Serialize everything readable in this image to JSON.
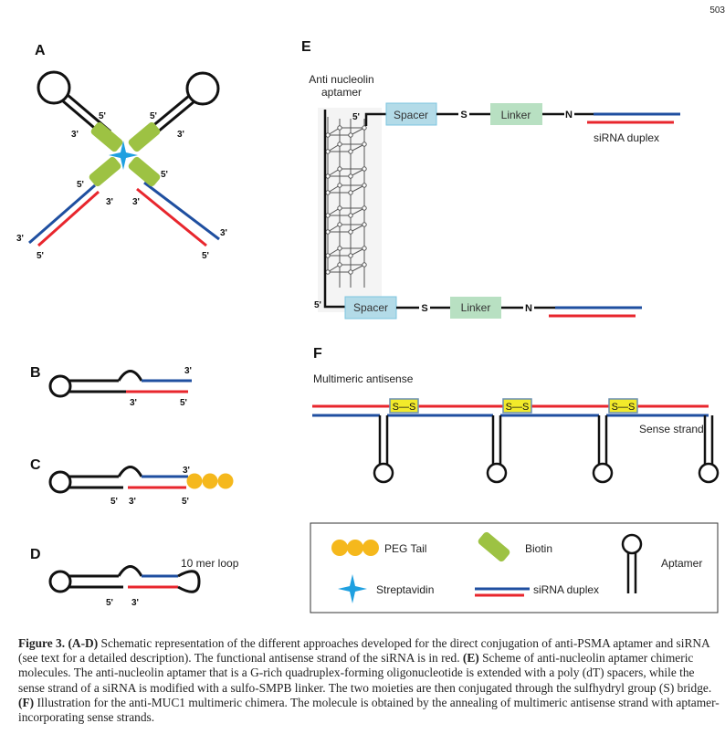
{
  "page_number": "503",
  "colors": {
    "sense_strand": "#1f4fa0",
    "antisense_strand": "#e8262d",
    "biotin": "#9dc243",
    "streptavidin": "#1fa0e0",
    "peg": "#f5b81c",
    "spacer_box": "#b3dbe8",
    "linker_box": "#b8e0c2",
    "ss_box": "#f2ea2a"
  },
  "panel_a": {
    "label": "A",
    "primes": [
      "5'",
      "3'",
      "5'",
      "3'",
      "5'",
      "5'",
      "3'",
      "3'",
      "3'",
      "5'",
      "3'",
      "5'"
    ]
  },
  "panel_b": {
    "label": "B",
    "primes": [
      "3'",
      "3'",
      "5'"
    ]
  },
  "panel_c": {
    "label": "C",
    "primes": [
      "3'",
      "5'",
      "3'",
      "5'"
    ]
  },
  "panel_d": {
    "label": "D",
    "loop_label": "10 mer loop",
    "primes": [
      "5'",
      "3'"
    ]
  },
  "panel_e": {
    "label": "E",
    "aptamer_label_1": "Anti nucleolin",
    "aptamer_label_2": "aptamer",
    "five_prime_top": "5'",
    "five_prime_bottom": "5'",
    "spacer": "Spacer",
    "s": "S",
    "linker": "Linker",
    "n": "N",
    "sirna_label": "siRNA duplex"
  },
  "panel_f": {
    "label": "F",
    "antisense_label": "Multimeric antisense",
    "bridge": "S—S",
    "sense_label": "Sense strand"
  },
  "legend": {
    "peg": "PEG Tail",
    "biotin": "Biotin",
    "aptamer": "Aptamer",
    "streptavidin": "Streptavidin",
    "sirna": "siRNA duplex"
  },
  "caption": {
    "fig": "Figure 3.",
    "ad": "(A-D)",
    "t1": " Schematic representation of the different approaches developed for the direct conjugation of anti-PSMA aptamer and siRNA (see text for a detailed description). The functional antisense strand of the siRNA is in red. ",
    "e": "(E)",
    "t2": " Scheme of anti-nucleolin aptamer chimeric molecules. The anti-nucleolin aptamer that is a G-rich quadruplex-forming oligonucleotide is extended with a poly (dT) spacers, while the sense strand of a siRNA is modified with a sulfo-SMPB linker. The two moieties are then conjugated through the sulfhydryl group (S) bridge. ",
    "f": "(F)",
    "t3": " Illustration for the anti-MUC1 multimeric chimera. The molecule is obtained by the annealing of multimeric antisense strand with aptamer-incorporating sense strands."
  }
}
